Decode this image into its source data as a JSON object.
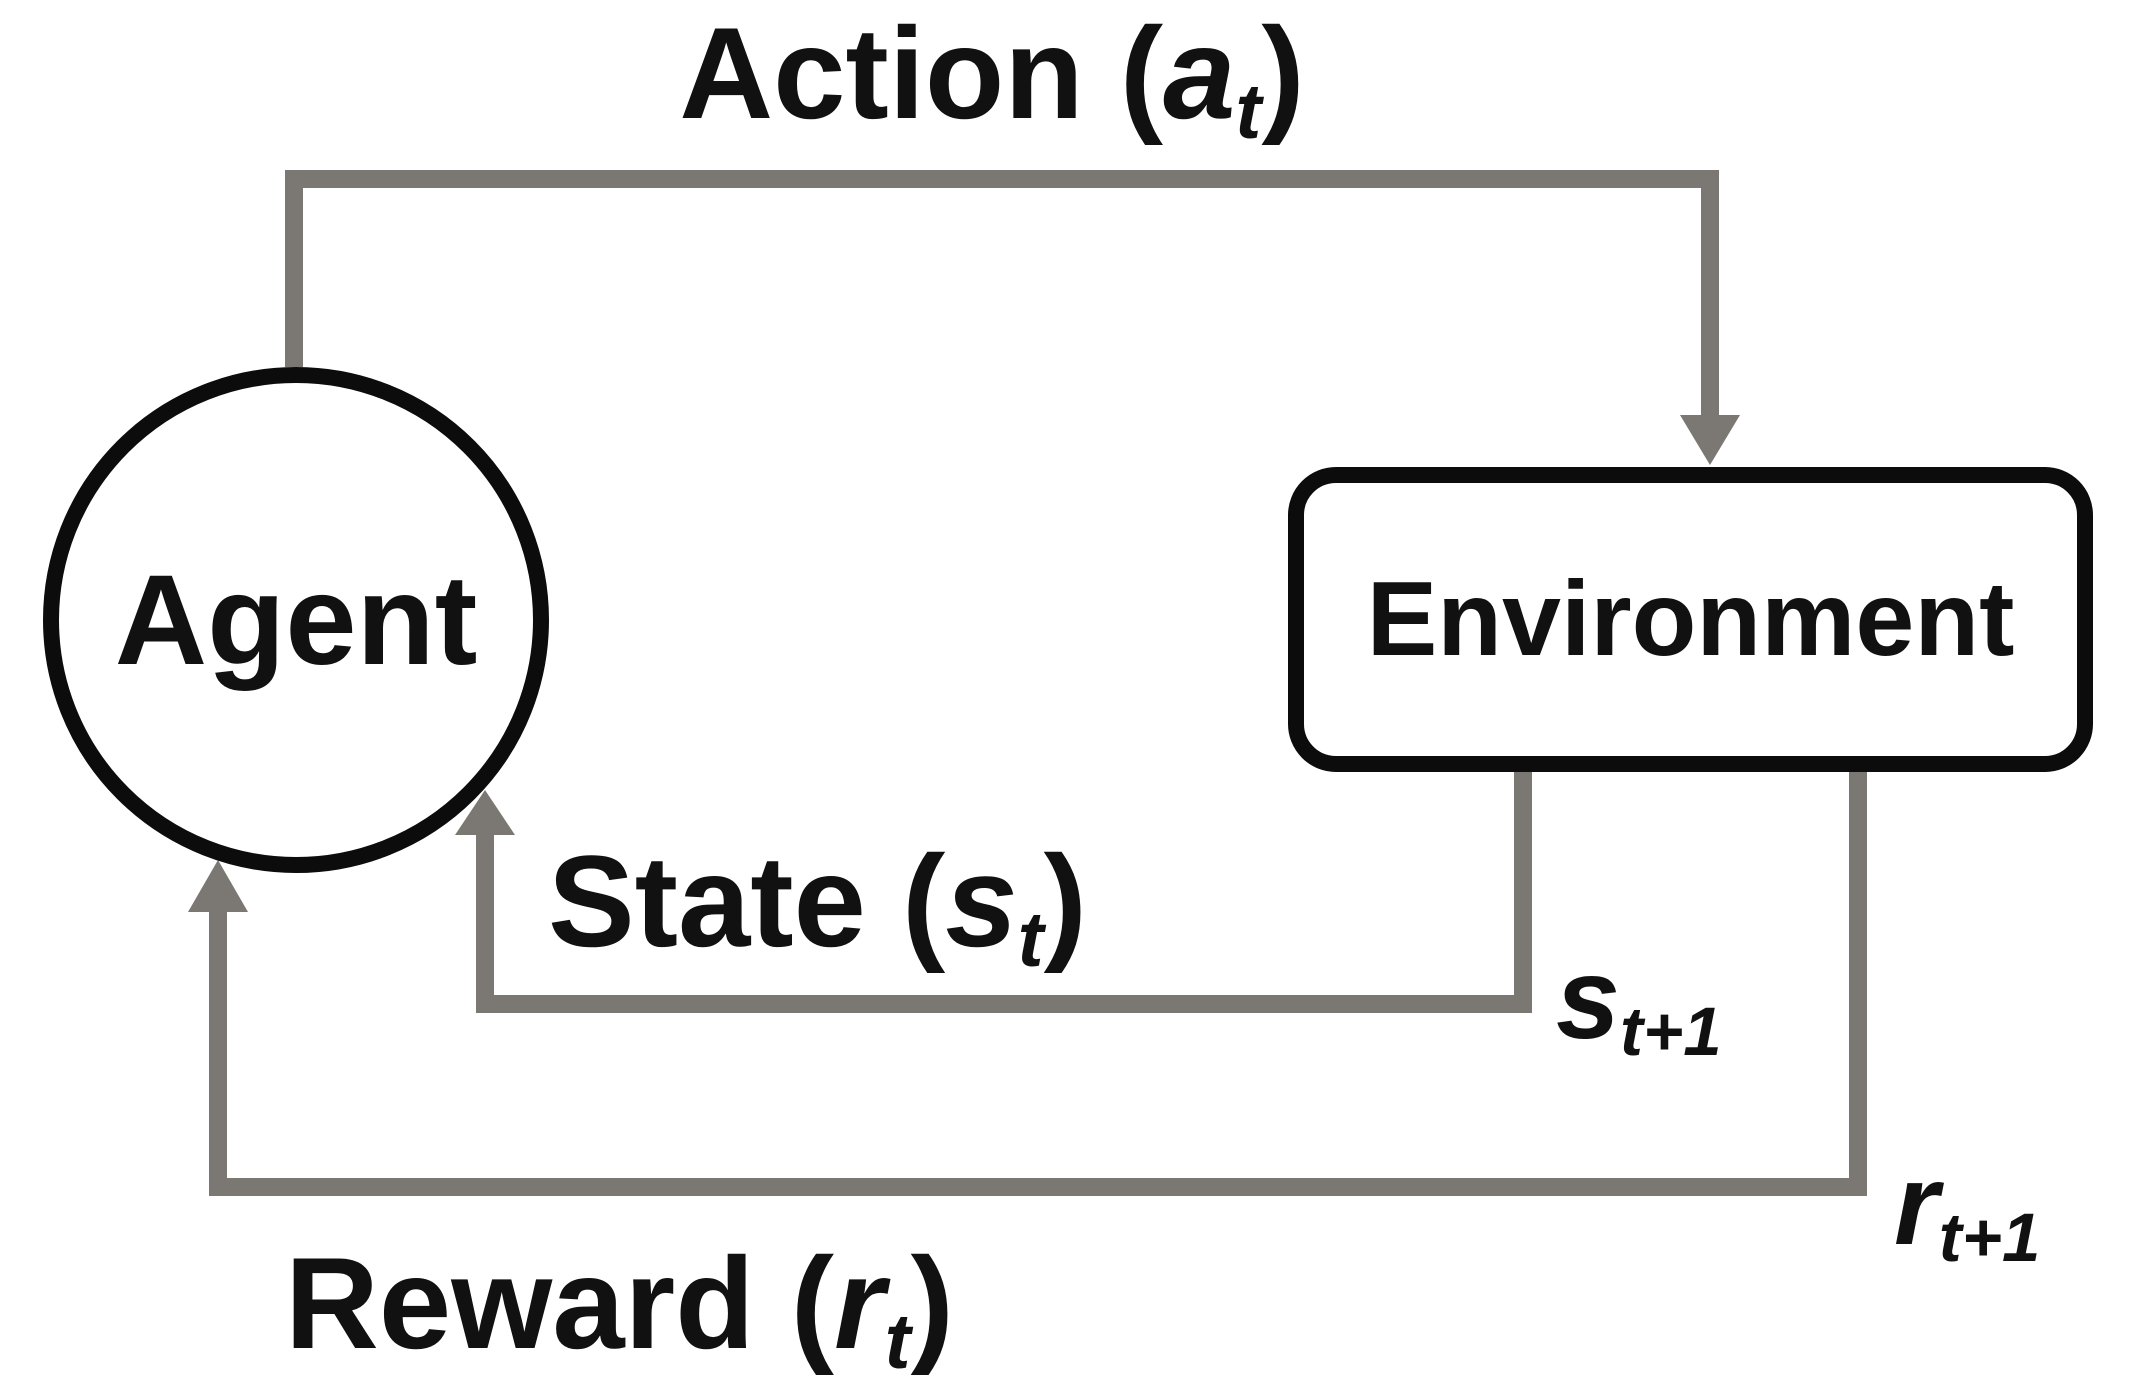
{
  "diagram": {
    "type": "reinforcement-learning-loop",
    "nodes": {
      "agent": {
        "label": "Agent"
      },
      "environment": {
        "label": "Environment"
      }
    },
    "labels": {
      "action": {
        "prefix": "Action (",
        "var": "a",
        "sub": "t",
        "suffix": ")"
      },
      "state": {
        "prefix": "State (",
        "var": "s",
        "sub": "t",
        "suffix": ")"
      },
      "reward": {
        "prefix": "Reward (",
        "var": "r",
        "sub": "t",
        "suffix": ")"
      },
      "next_state": {
        "var": "s",
        "sub": "t+1"
      },
      "next_reward": {
        "var": "r",
        "sub": "t+1"
      }
    },
    "colors": {
      "line": "#7b7773",
      "node_border": "#0c0c0c",
      "text": "#111111",
      "background": "#ffffff"
    }
  }
}
